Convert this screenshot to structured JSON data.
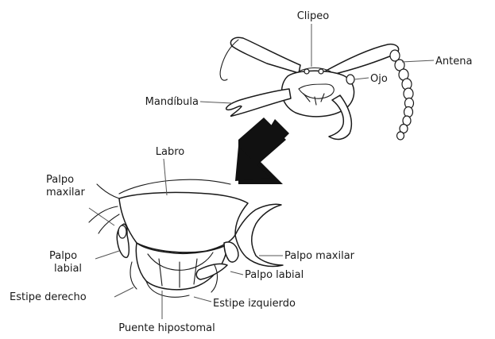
{
  "labels": {
    "clipeo": "Clipeo",
    "antena": "Antena",
    "ojo": "Ojo",
    "mandibula": "Mandíbula",
    "labro": "Labro",
    "palpo_maxilar_left_line1": "Palpo",
    "palpo_maxilar_left_line2": "maxilar",
    "palpo_labial_left_line1": "Palpo",
    "palpo_labial_left_line2": "labial",
    "palpo_maxilar_right": "Palpo maxilar",
    "palpo_labial_right": "Palpo labial",
    "estipe_derecho": "Estipe derecho",
    "estipe_izquierdo": "Estipe izquierdo",
    "puente_hipostomal": "Puente hipostomal"
  },
  "colors": {
    "ink": "#1a1a1a",
    "leader": "#555555",
    "arrow": "#111111",
    "background": "#ffffff"
  }
}
